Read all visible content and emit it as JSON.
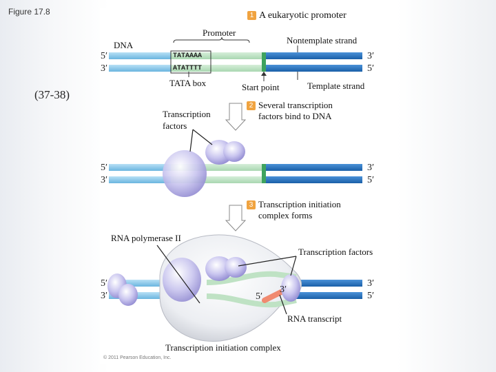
{
  "figure_label": "Figure 17.8",
  "slide_note": "(37-38)",
  "step1": {
    "number": "1",
    "title": "A eukaryotic promoter"
  },
  "step2": {
    "number": "2",
    "title_line1": "Several transcription",
    "title_line2": "factors bind to DNA"
  },
  "step3": {
    "number": "3",
    "title_line1": "Transcription initiation",
    "title_line2": "complex forms"
  },
  "labels": {
    "promoter": "Promoter",
    "nontemplate_strand": "Nontemplate strand",
    "dna": "DNA",
    "tata_box": "TATA box",
    "start_point": "Start point",
    "template_strand": "Template strand",
    "transcription_factors_line1": "Transcription",
    "transcription_factors_line2": "factors",
    "rna_polymerase": "RNA polymerase II",
    "transcription_factors_2": "Transcription factors",
    "rna_transcript": "RNA transcript",
    "initiation_complex": "Transcription initiation complex"
  },
  "sequence": {
    "top": "TATAAAA",
    "bottom": "ATATTTT"
  },
  "strand_ends": {
    "left_top": "5′",
    "left_bottom": "3′",
    "right_top": "3′",
    "right_bottom": "5′",
    "rna_5": "5′",
    "rna_3": "3′"
  },
  "copyright": "© 2011 Pearson Education, Inc.",
  "colors": {
    "light_strand": "#8fcbea",
    "dark_strand": "#1f6fc0",
    "promoter_strand": "#bfe2c4",
    "start_mark": "#3fa35f",
    "protein": "#b3aee6",
    "step_badge": "#f0a340",
    "rna": "#f08a70"
  }
}
